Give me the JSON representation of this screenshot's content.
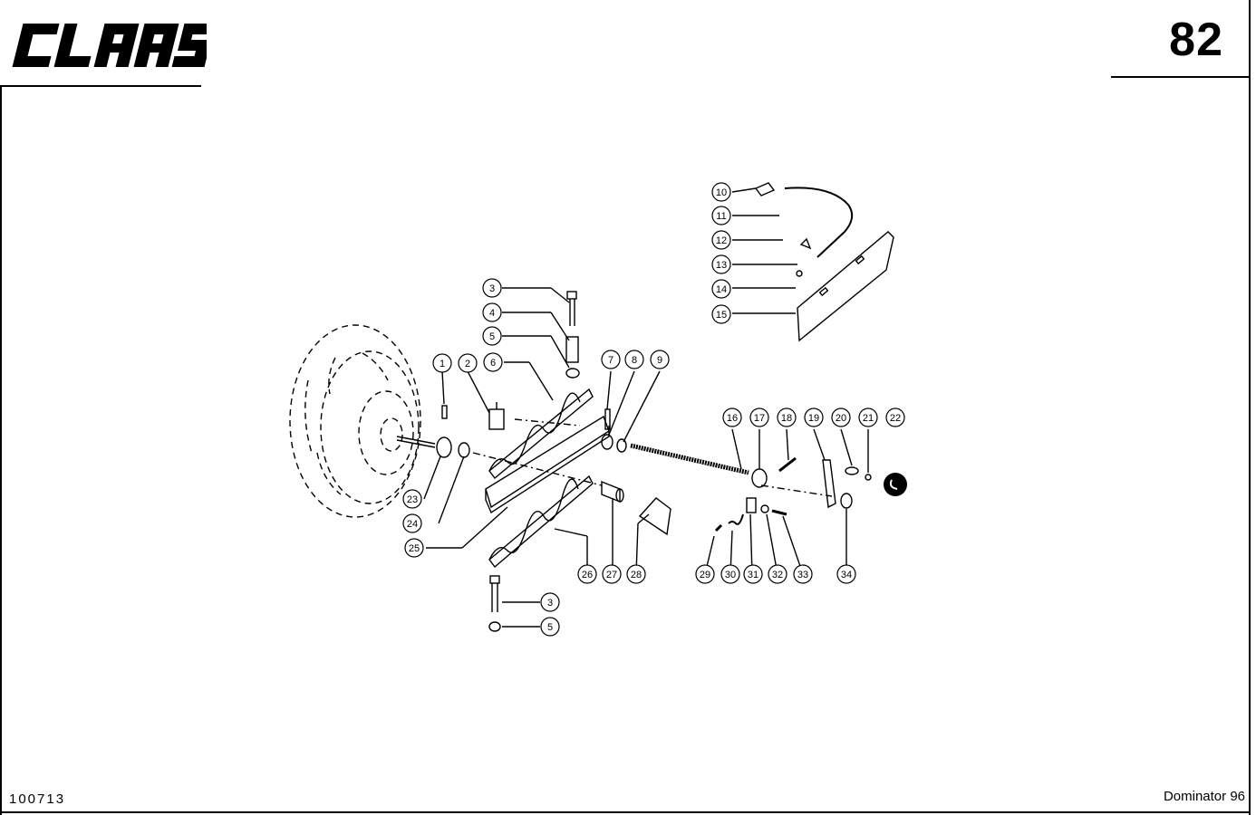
{
  "header": {
    "brand": "CLAAS",
    "page_number": "82"
  },
  "footer": {
    "doc_code": "100713",
    "model": "Dominator 96"
  },
  "callouts": [
    "1",
    "2",
    "3",
    "4",
    "5",
    "6",
    "7",
    "8",
    "9",
    "10",
    "11",
    "12",
    "13",
    "14",
    "15",
    "16",
    "17",
    "18",
    "19",
    "20",
    "21",
    "22",
    "23",
    "24",
    "25",
    "26",
    "27",
    "28",
    "29",
    "30",
    "31",
    "32",
    "33",
    "34",
    "3",
    "5"
  ]
}
